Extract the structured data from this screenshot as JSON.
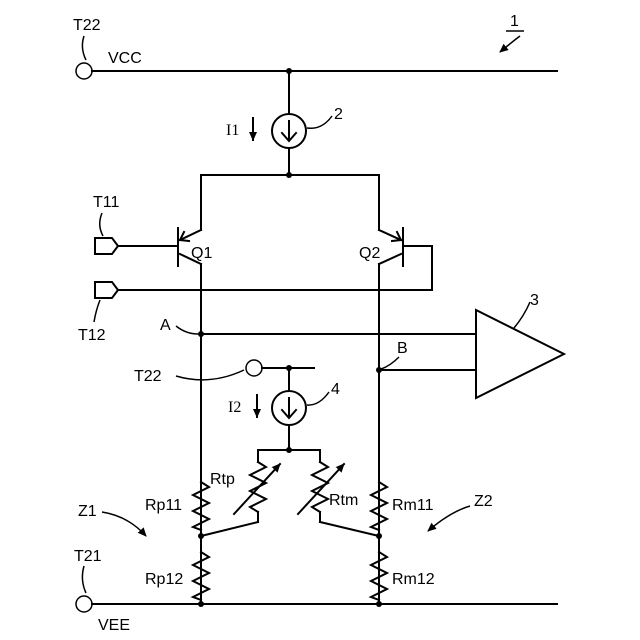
{
  "labels": {
    "vcc": "VCC",
    "vee": "VEE",
    "t22_top": "T22",
    "t21": "T21",
    "t11": "T11",
    "t12": "T12",
    "t22_mid": "T22",
    "ref1": "1",
    "ref2": "2",
    "ref3": "3",
    "ref4": "4",
    "i1": "I1",
    "i2": "I2",
    "q1": "Q1",
    "q2": "Q2",
    "node_a": "A",
    "node_b": "B",
    "rtp": "Rtp",
    "rtm": "Rtm",
    "rp11": "Rp11",
    "rp12": "Rp12",
    "rm11": "Rm11",
    "rm12": "Rm12",
    "z1": "Z1",
    "z2": "Z2"
  }
}
